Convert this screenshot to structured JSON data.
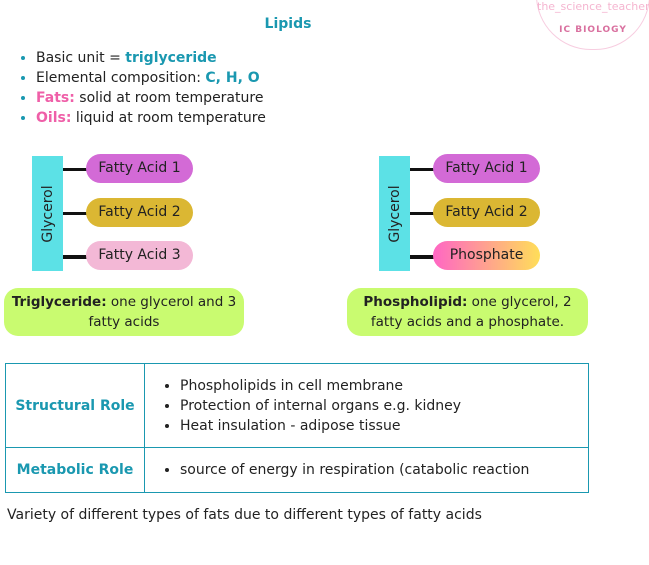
{
  "watermark": {
    "text": "the_science_teacher_",
    "subtext": "IC BIOLOGY"
  },
  "title": "Lipids",
  "bullets": [
    {
      "label": "Basic unit = ",
      "value": "triglyceride"
    },
    {
      "label": "Elemental composition: ",
      "value": "C, H, O"
    },
    {
      "key": "Fats:",
      "text": " solid at room temperature"
    },
    {
      "key": "Oils:",
      "text": " liquid at room temperature"
    }
  ],
  "triglyceride": {
    "glycerol": "Glycerol",
    "chains": [
      "Fatty Acid 1",
      "Fatty Acid 2",
      "Fatty Acid 3"
    ],
    "caption_bold": "Triglyceride:",
    "caption": " one glycerol and 3 fatty acids"
  },
  "phospholipid": {
    "glycerol": "Glycerol",
    "chains": [
      "Fatty Acid 1",
      "Fatty Acid 2",
      "Phosphate"
    ],
    "caption_bold": "Phospholipid:",
    "caption": " one glycerol, 2 fatty acids and a phosphate."
  },
  "colors": {
    "fa1": "#d36ad6",
    "fa2": "#dbb733",
    "fa3": "#f3b8d6",
    "glycerol": "#5ce1e6",
    "caption": "#c9fb70",
    "accent": "#1a98b0"
  },
  "table": [
    {
      "role": "Structural Role",
      "items": [
        "Phospholipids in cell membrane",
        "Protection of internal organs e.g. kidney",
        "Heat insulation - adipose tissue"
      ]
    },
    {
      "role": "Metabolic Role",
      "items": [
        "source of energy in respiration (catabolic reaction"
      ]
    }
  ],
  "footer": "Variety of different types of fats due to different types of fatty acids"
}
